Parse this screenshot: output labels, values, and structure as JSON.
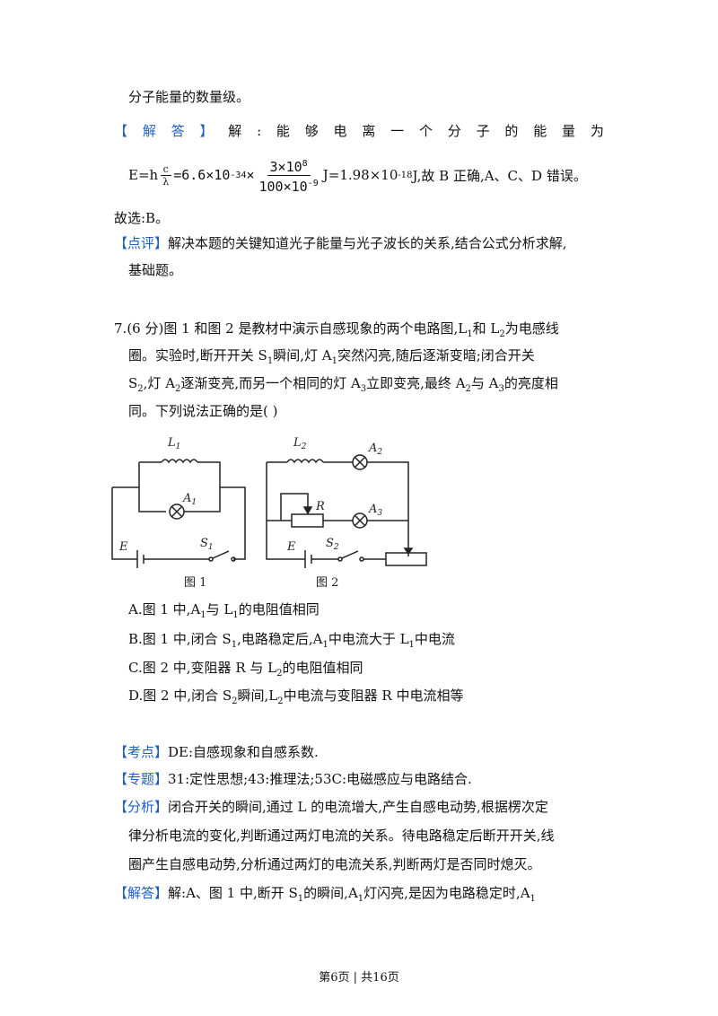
{
  "p0": "分子能量的数量级。",
  "answer_label": [
    "【",
    "解",
    "答",
    "】",
    "解",
    ":",
    "能",
    "够",
    "电",
    "离",
    "一",
    "个",
    "分",
    "子",
    "的",
    "能",
    "量",
    "为"
  ],
  "formula": {
    "lhs": "E=",
    "h": "h",
    "c": "c",
    "lambda": "λ",
    "const": "=6.6×10",
    "exp1": "-34",
    "times": "×",
    "num": "3×10",
    "num_exp": "8",
    "den": "100×10",
    "den_exp": "-9",
    "result": "J=1.98×10",
    "result_exp": "-18",
    "tail": "J,故 B 正确,A、C、D 错误。"
  },
  "choice": "故选:B。",
  "comment_label": "【点评】",
  "comment_1": "解决本题的关键知道光子能量与光子波长的关系,结合公式分析求解,",
  "comment_2": "基础题。",
  "q7": {
    "num": "7.",
    "line1a": "(6 分)图 1 和图 2 是教材中演示自感现象的两个电路图,L",
    "line1b": "和 L",
    "line1c": "为电感线",
    "line2a": "圈。实验时,断开开关 S",
    "line2b": "瞬间,灯 A",
    "line2c": "突然闪亮,随后逐渐变暗;闭合开关",
    "line3a": "S",
    "line3b": ",灯 A",
    "line3c": "逐渐变亮,而另一个相同的灯 A",
    "line3d": "立即变亮,最终 A",
    "line3e": "与 A",
    "line3f": "的亮度相",
    "line4": "同。下列说法正确的是(      )",
    "sub1": "1",
    "sub2": "2",
    "sub3": "3"
  },
  "figure": {
    "fig1_label": "图 1",
    "fig2_label": "图 2",
    "L1": "L",
    "L1s": "1",
    "L2": "L",
    "L2s": "2",
    "A1": "A",
    "A1s": "1",
    "A2": "A",
    "A2s": "2",
    "A3": "A",
    "A3s": "3",
    "R": "R",
    "E": "E",
    "S1": "S",
    "S1s": "1",
    "S2": "S",
    "S2s": "2"
  },
  "options": {
    "A": [
      "A.图 1 中,A",
      "与 L",
      "的电阻值相同"
    ],
    "B": [
      "B.图 1 中,闭合 S",
      ",电路稳定后,A",
      "中电流大于 L",
      "中电流"
    ],
    "C": [
      "C.图 2 中,变阻器 R 与 L",
      "的电阻值相同"
    ],
    "D": [
      "D.图 2 中,闭合 S",
      "瞬间,L",
      "中电流与变阻器 R 中电流相等"
    ]
  },
  "kaodian_label": "【考点】",
  "kaodian": "DE:自感现象和自感系数.",
  "zhuanti_label": "【专题】",
  "zhuanti": "31:定性思想;43:推理法;53C:电磁感应与电路结合.",
  "fenxi_label": "【分析】",
  "fenxi_1": "闭合开关的瞬间,通过 L 的电流增大,产生自感电动势,根据楞次定",
  "fenxi_2": "律分析电流的变化,判断通过两灯电流的关系。待电路稳定后断开开关,线",
  "fenxi_3": "圈产生自感电动势,分析通过两灯的电流关系,判断两灯是否同时熄灭。",
  "jieda_label": "【解答】",
  "jieda_1a": "解:A、图 1 中,断开 S",
  "jieda_1b": "的瞬间,A",
  "jieda_1c": "灯闪亮,是因为电路稳定时,A",
  "footer": "第6页 | 共16页"
}
